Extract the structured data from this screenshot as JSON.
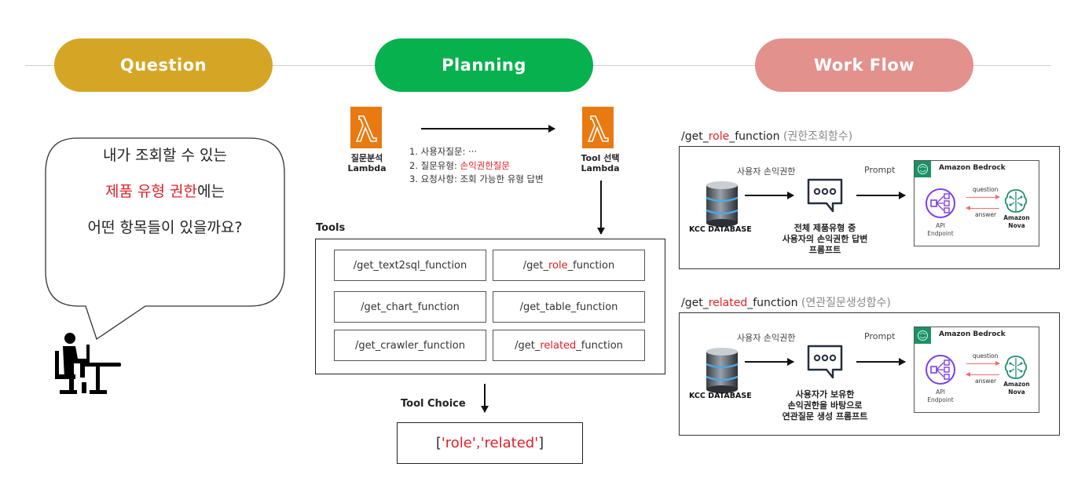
{
  "headers": {
    "question": "Question",
    "planning": "Planning",
    "workflow": "Work Flow"
  },
  "question": {
    "line1": "내가 조회할 수 있는",
    "line2_red": "제품 유형 권한",
    "line2_rest": "에는",
    "line3": "어떤 항목들이 있을까요?",
    "icon": "person-at-desk-icon"
  },
  "planning": {
    "lambda1": {
      "line1": "질문분석",
      "line2": "Lambda",
      "icon": "aws-lambda-icon"
    },
    "lambda2": {
      "line1": "Tool 선택",
      "line2": "Lambda",
      "icon": "aws-lambda-icon"
    },
    "steps": {
      "s1": "1. 사용자질문: ···",
      "s2_label": "2. 질문유형: ",
      "s2_value": "손익권한질문",
      "s3": "3. 요청사항: 조회 가능한 유형 답변"
    },
    "tools_label": "Tools",
    "tools": [
      {
        "prefix": "/get_",
        "highlight": "",
        "name": "text2sql",
        "suffix": "_function"
      },
      {
        "prefix": "/get_",
        "highlight": "role",
        "name": "",
        "suffix": "_function"
      },
      {
        "prefix": "/get_",
        "highlight": "",
        "name": "chart",
        "suffix": "_function"
      },
      {
        "prefix": "/get_",
        "highlight": "",
        "name": "table",
        "suffix": "_function"
      },
      {
        "prefix": "/get_",
        "highlight": "",
        "name": "crawler",
        "suffix": "_function"
      },
      {
        "prefix": "/get_",
        "highlight": "related",
        "name": "",
        "suffix": "_function"
      }
    ],
    "tool_choice_label": "Tool Choice",
    "tool_choice": {
      "open": "[",
      "item1": "'role'",
      "sep": ", ",
      "item2": "'related'",
      "close": "]"
    }
  },
  "workflow": {
    "colors": {
      "accent_red": "#E0202A",
      "bedrock_green": "#1E8F67",
      "api_purple": "#7B3FE4"
    },
    "panels": [
      {
        "title_prefix": "/get_",
        "title_highlight": "role",
        "title_suffix": "_function",
        "title_note": " (권한조회함수)",
        "db_label": "KCC DATABASE",
        "edge1_label": "사용자 손익권한",
        "edge2_label": "Prompt",
        "prompt_desc": [
          "전체 제품유형 중",
          "사용자의 손익권한 답변",
          "프롬프트"
        ],
        "bedrock_title": "Amazon Bedrock",
        "api_label": [
          "API",
          "Endpoint"
        ],
        "nova_label": [
          "Amazon",
          "Nova"
        ],
        "question_label": "question",
        "answer_label": "answer"
      },
      {
        "title_prefix": "/get_",
        "title_highlight": "related",
        "title_suffix": "_function",
        "title_note": " (연관질문생성함수)",
        "db_label": "KCC DATABASE",
        "edge1_label": "사용자 손익권한",
        "edge2_label": "Prompt",
        "prompt_desc": [
          "사용자가 보유한",
          "손익권한을 바탕으로",
          "연관질문 생성 프롬프트"
        ],
        "bedrock_title": "Amazon Bedrock",
        "api_label": [
          "API",
          "Endpoint"
        ],
        "nova_label": [
          "Amazon",
          "Nova"
        ],
        "question_label": "question",
        "answer_label": "answer"
      }
    ]
  }
}
